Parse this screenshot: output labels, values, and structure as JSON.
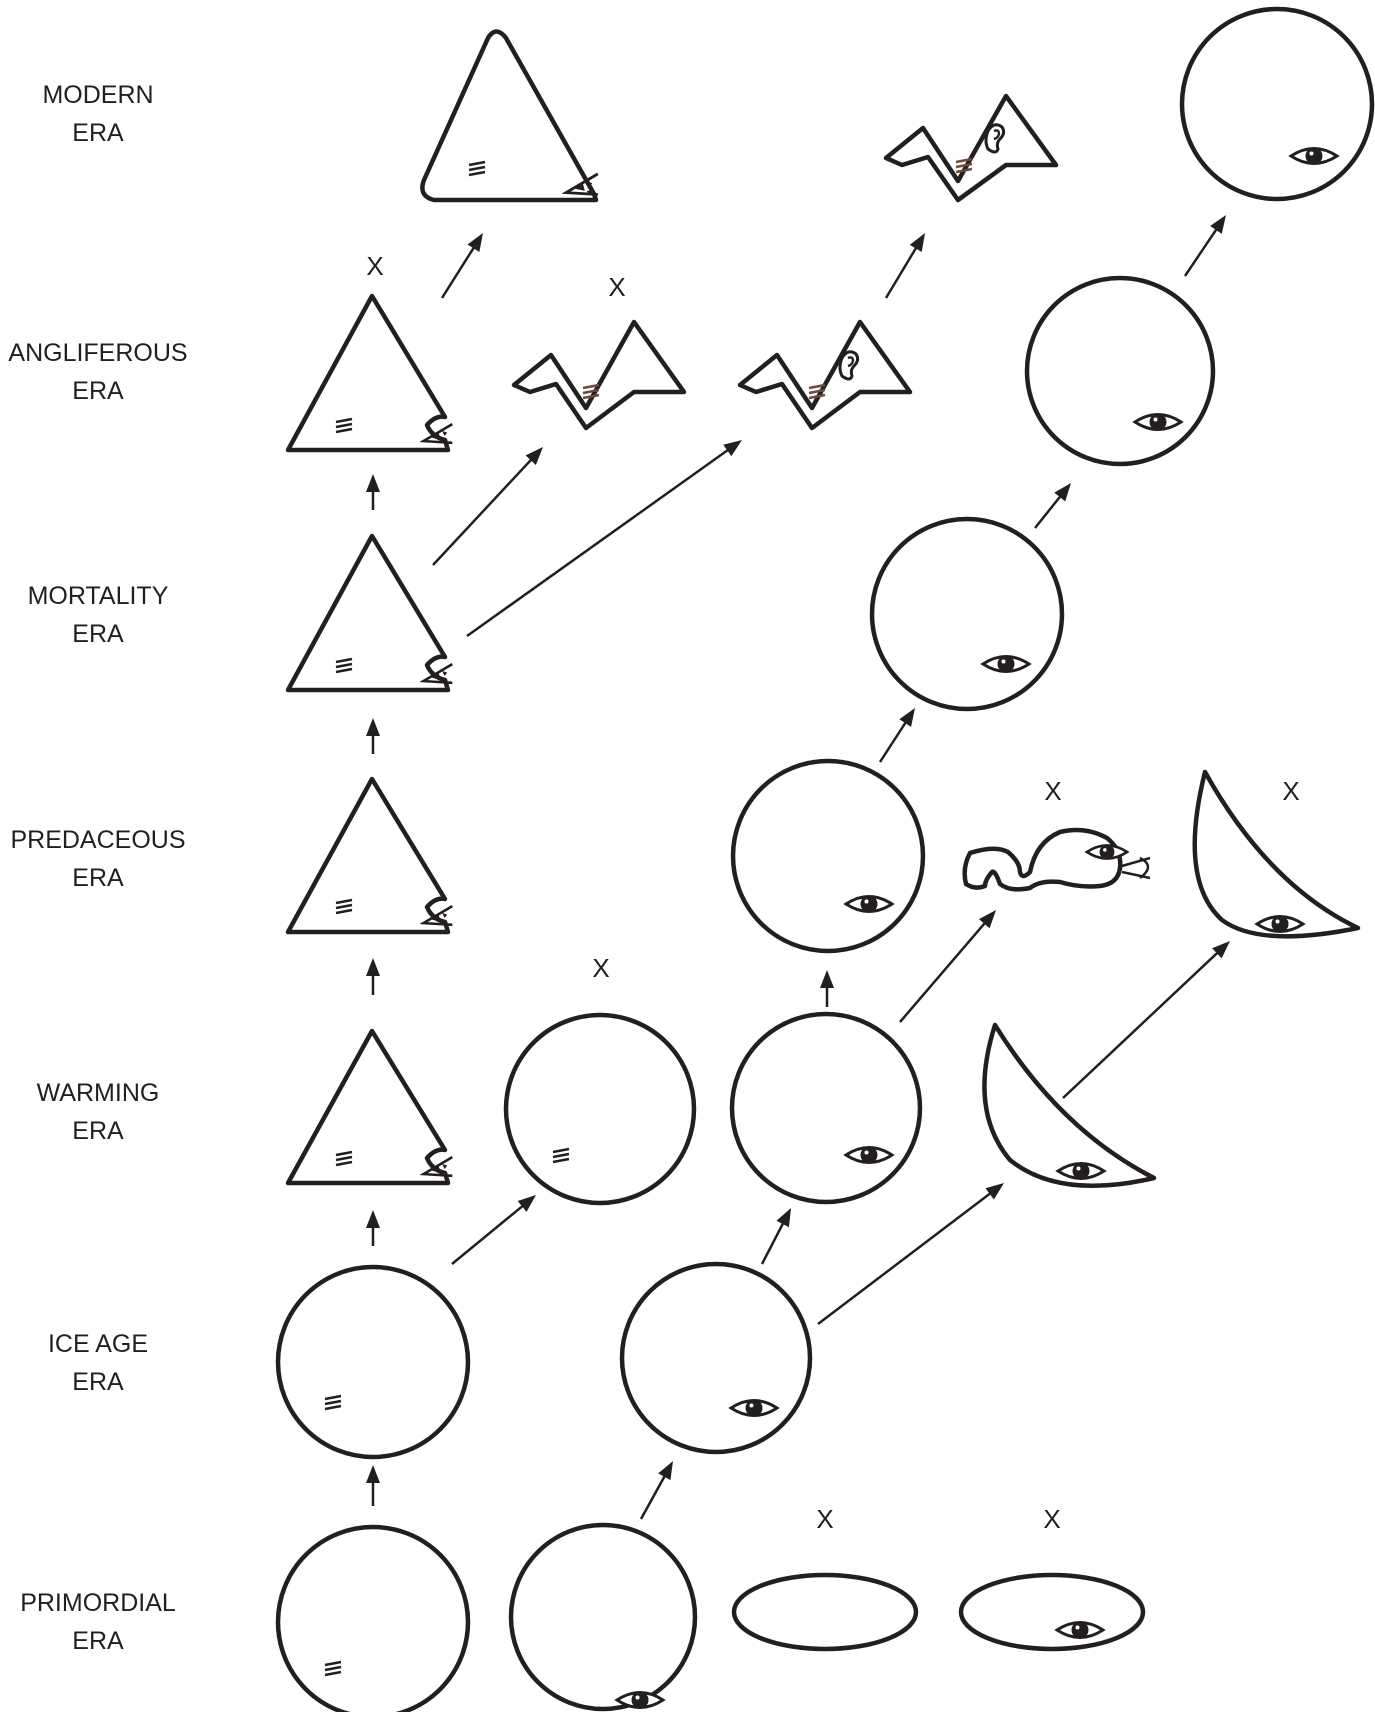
{
  "eras": [
    {
      "line1": "MODERN",
      "line2": "ERA"
    },
    {
      "line1": "ANGLIFEROUS",
      "line2": "ERA"
    },
    {
      "line1": "MORTALITY",
      "line2": "ERA"
    },
    {
      "line1": "PREDACEOUS",
      "line2": "ERA"
    },
    {
      "line1": "WARMING",
      "line2": "ERA"
    },
    {
      "line1": "ICE AGE",
      "line2": "ERA"
    },
    {
      "line1": "PRIMORDIAL",
      "line2": "ERA"
    }
  ],
  "extinct_marker": "X",
  "colors": {
    "ink": "#231f20",
    "gill": "#6b4a3a",
    "background": "#ffffff"
  }
}
